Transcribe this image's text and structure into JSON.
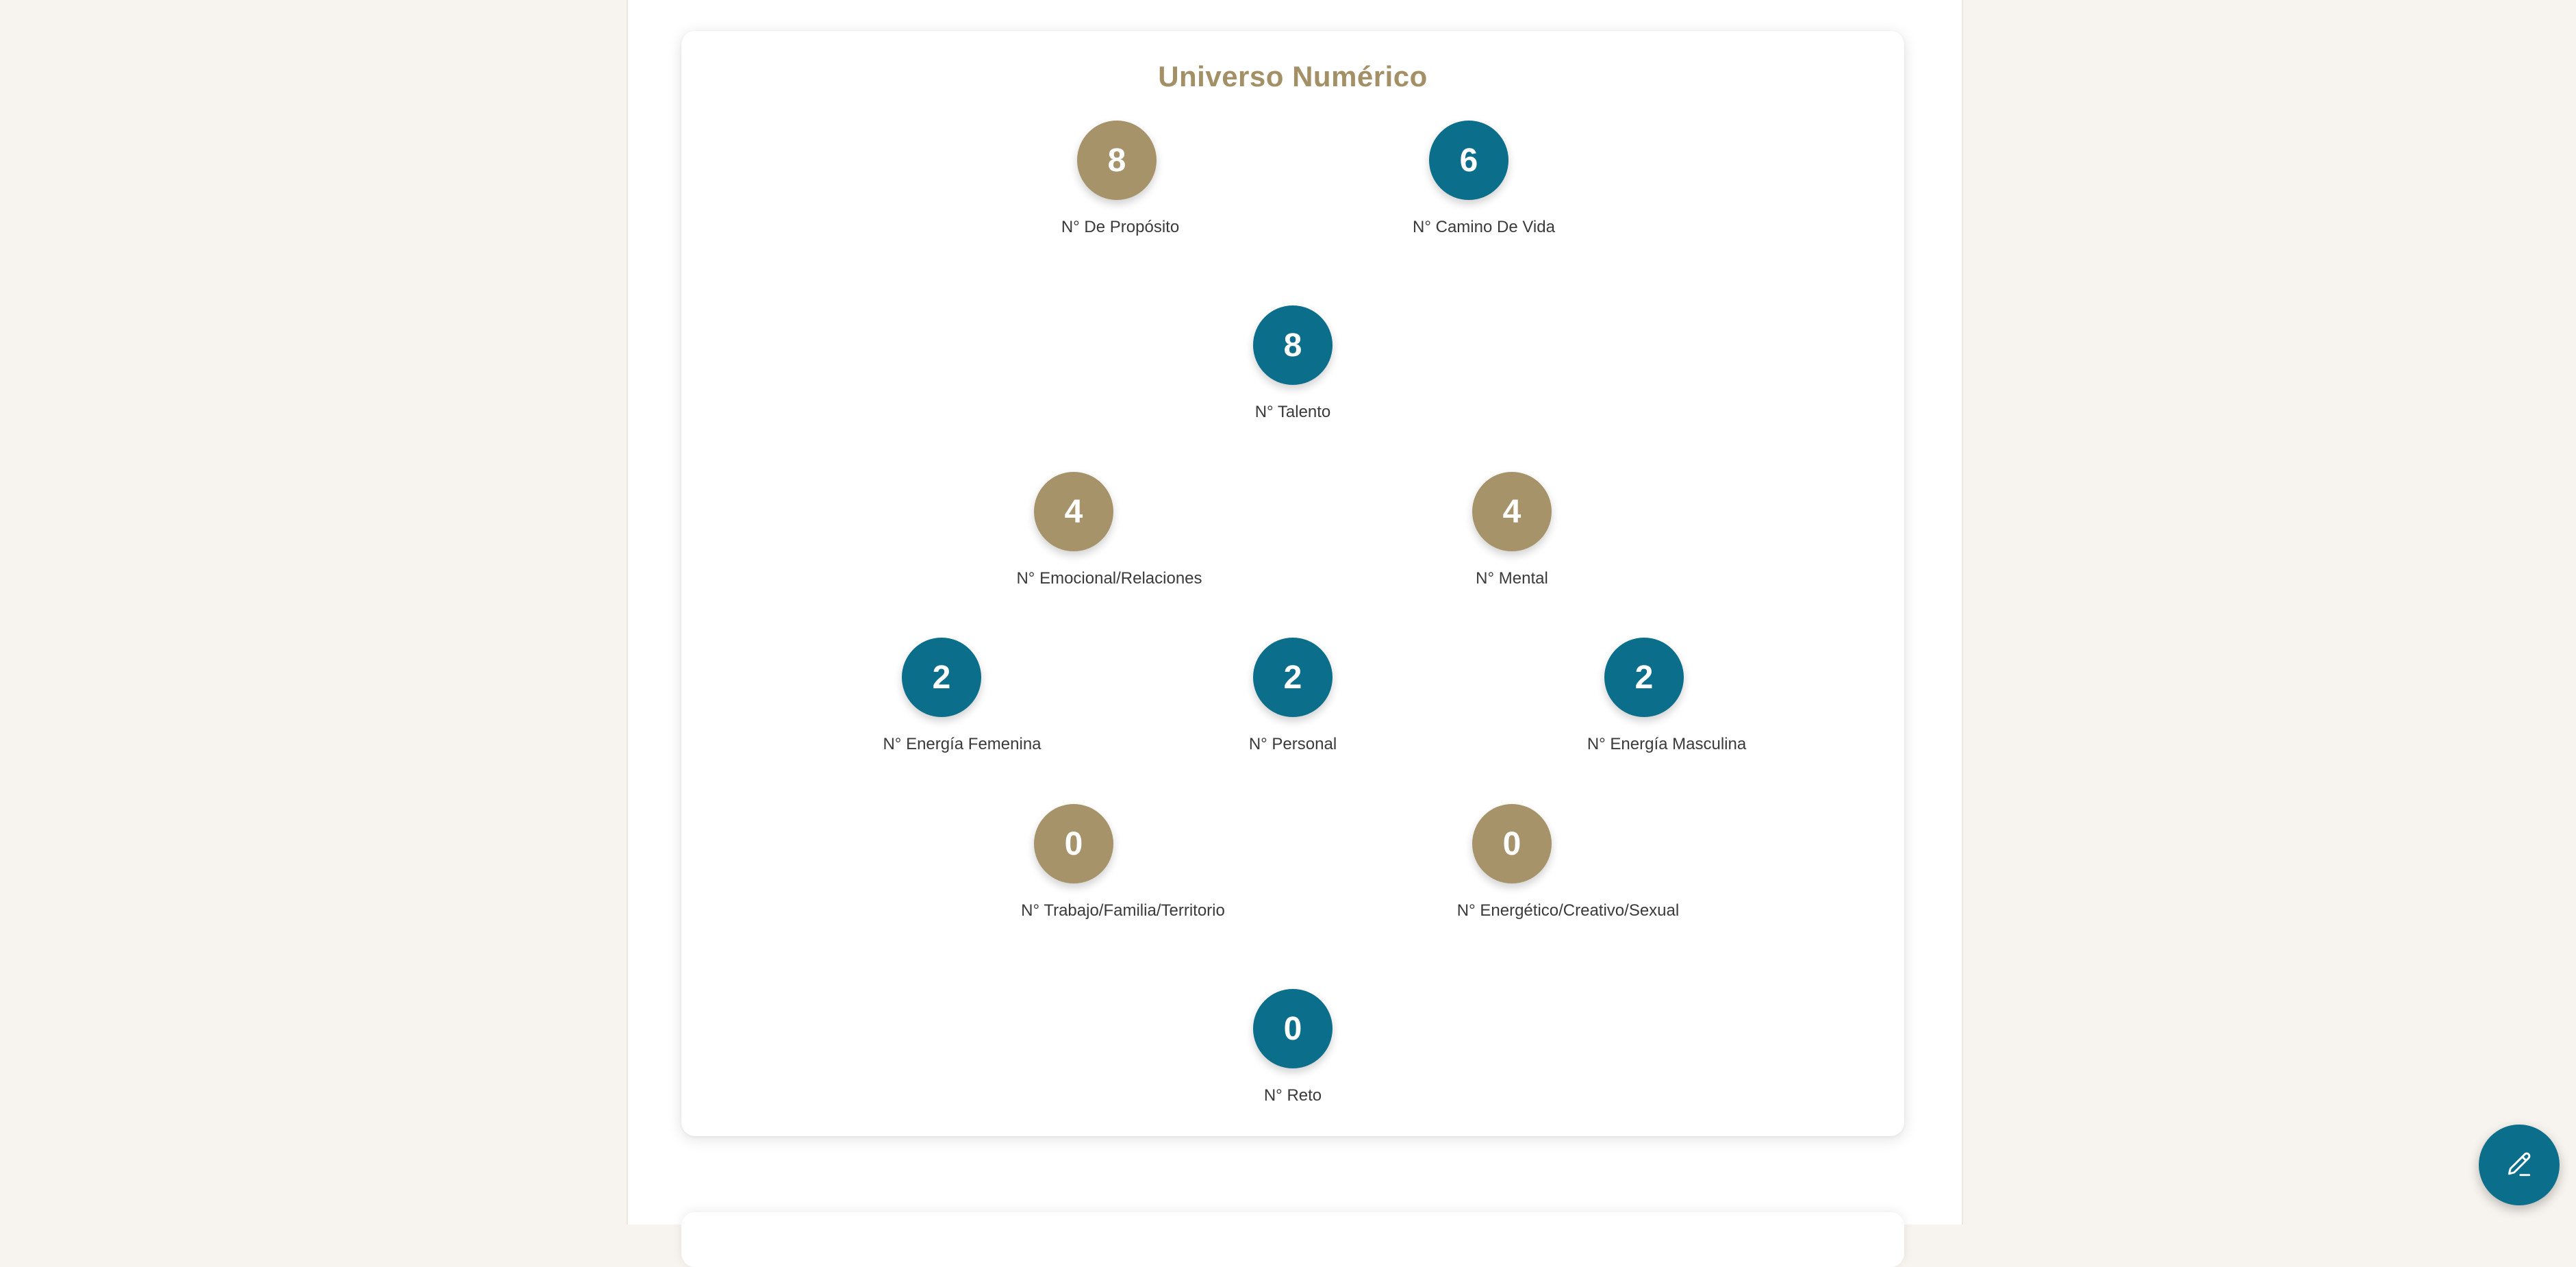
{
  "universe": {
    "title": "Universo Numérico",
    "nodes": [
      {
        "number": "8",
        "label": "N° De Propósito",
        "color": "gold"
      },
      {
        "number": "6",
        "label": "N° Camino De Vida",
        "color": "teal"
      },
      {
        "number": "8",
        "label": "N° Talento",
        "color": "teal"
      },
      {
        "number": "4",
        "label": "N° Emocional/Relaciones",
        "color": "gold"
      },
      {
        "number": "4",
        "label": "N° Mental",
        "color": "gold"
      },
      {
        "number": "2",
        "label": "N° Energía Femenina",
        "color": "teal"
      },
      {
        "number": "2",
        "label": "N° Personal",
        "color": "teal"
      },
      {
        "number": "2",
        "label": "N° Energía Masculina",
        "color": "teal"
      },
      {
        "number": "0",
        "label": "N° Trabajo/Familia/Territorio",
        "color": "gold"
      },
      {
        "number": "0",
        "label": "N° Energético/Creativo/Sexual",
        "color": "gold"
      },
      {
        "number": "0",
        "label": "N° Reto",
        "color": "teal"
      }
    ]
  },
  "colors": {
    "gold": "#a6936a",
    "teal": "#0b6e8a",
    "title": "#a39066",
    "background": "#f7f4ef"
  },
  "fab": {
    "icon": "pencil-icon"
  }
}
